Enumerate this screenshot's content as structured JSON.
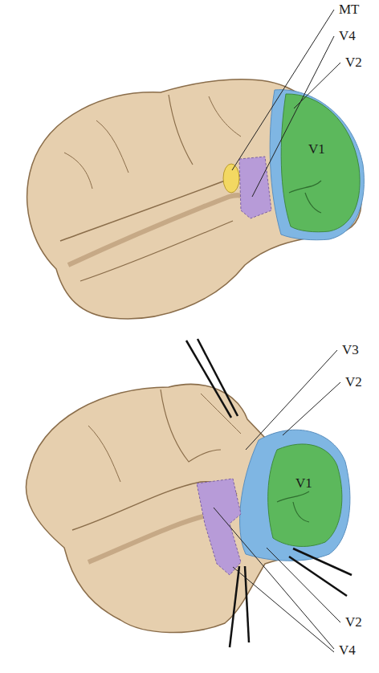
{
  "diagram": {
    "labels": [
      "MT",
      "V4",
      "V2",
      "V1",
      "V3",
      "V2",
      "V1",
      "V2",
      "V4"
    ]
  }
}
